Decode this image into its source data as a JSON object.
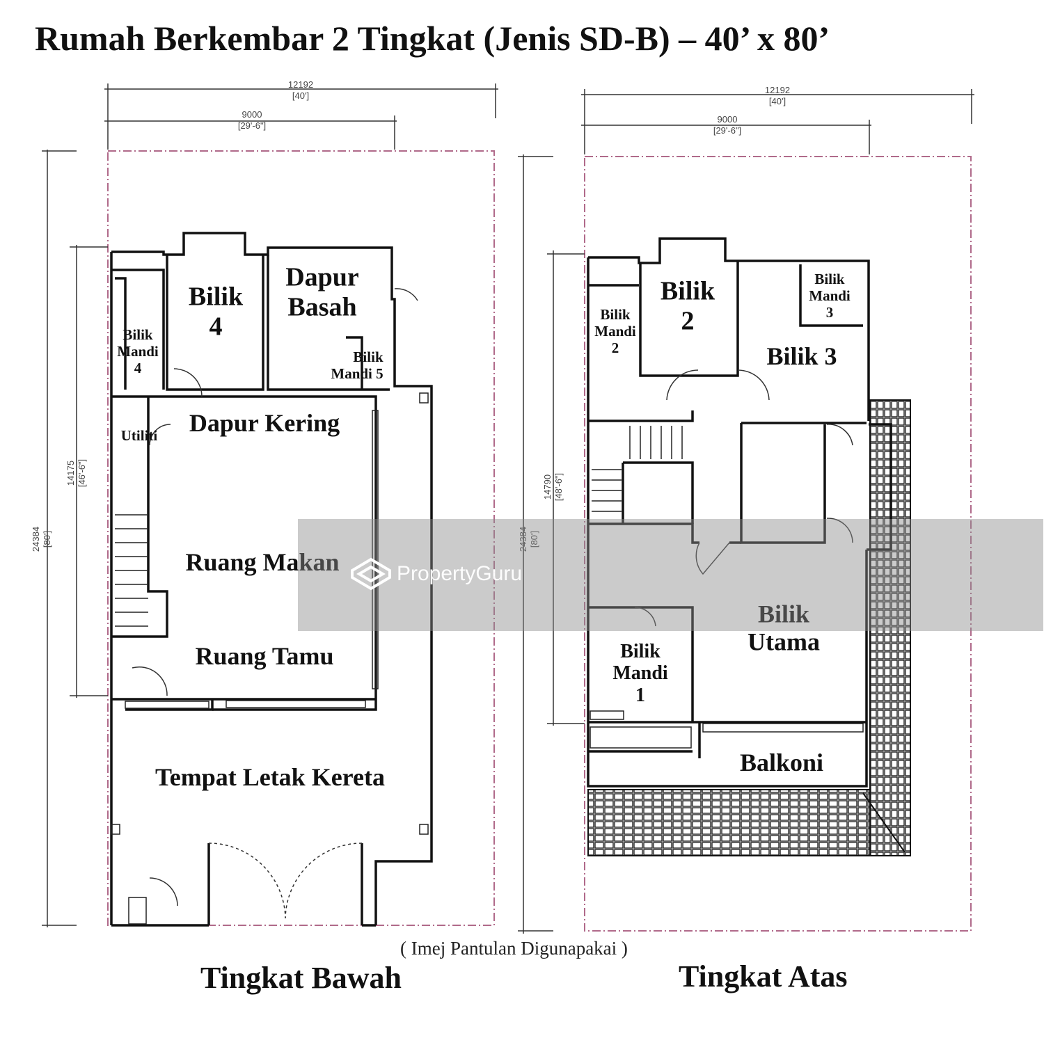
{
  "title": "Rumah Berkembar 2 Tingkat (Jenis SD-B) – 40’ x 80’",
  "ground_floor": {
    "label": "Tingkat Bawah",
    "dims": {
      "width_mm": "12192",
      "width_ft": "[40']",
      "inner_mm": "9000",
      "inner_ft": "[29'-6\"]",
      "depth_mm": "24384",
      "depth_ft": "[80']",
      "house_mm": "14175",
      "house_ft": "[46'-6\"]"
    },
    "rooms": {
      "bilik_4": "Bilik\n4",
      "dapur_basah": "Dapur\nBasah",
      "bilik_mandi_4": "Bilik\nMandi\n4",
      "bilik_mandi_5": "Bilik\nMandi 5",
      "dapur_kering": "Dapur Kering",
      "utiliti": "Utiliti",
      "ruang_makan": "Ruang Makan",
      "ruang_tamu": "Ruang Tamu",
      "tempat_letak_kereta": "Tempat Letak Kereta"
    }
  },
  "upper_floor": {
    "label": "Tingkat Atas",
    "dims": {
      "width_mm": "12192",
      "width_ft": "[40']",
      "inner_mm": "9000",
      "inner_ft": "[29'-6\"]",
      "depth_mm": "24384",
      "depth_ft": "[80']",
      "house_mm": "14790",
      "house_ft": "[48'-6\"]"
    },
    "rooms": {
      "bilik_2": "Bilik\n2",
      "bilik_mandi_2": "Bilik\nMandi\n2",
      "bilik_mandi_3": "Bilik\nMandi\n3",
      "bilik_3": "Bilik 3",
      "bilik_utama": "Bilik\nUtama",
      "bilik_mandi_1": "Bilik\nMandi\n1",
      "balkoni": "Balkoni"
    }
  },
  "note": "( Imej Pantulan Digunapakai )",
  "watermark": "PropertyGuru"
}
